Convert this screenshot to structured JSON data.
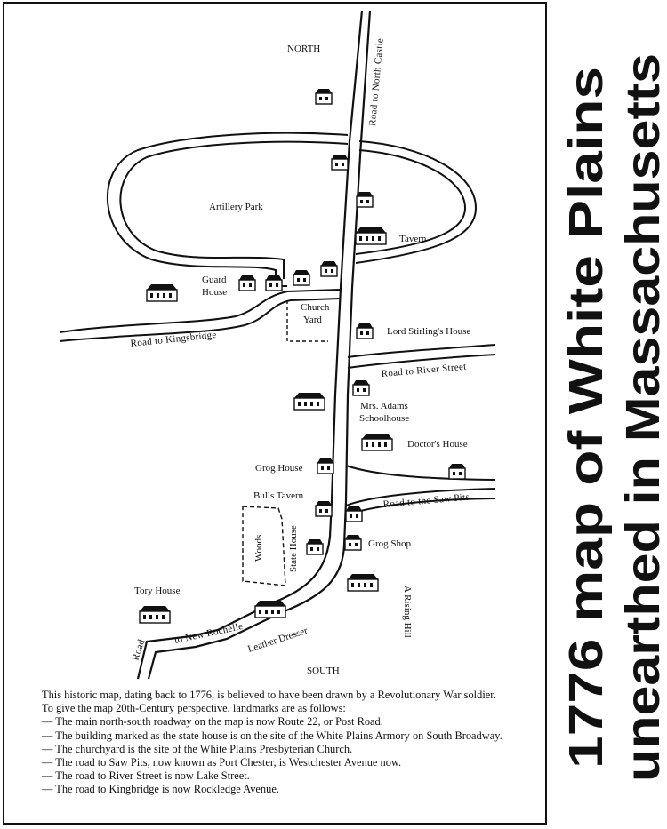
{
  "map": {
    "compass": {
      "north": "NORTH",
      "south": "SOUTH"
    },
    "roads": {
      "north_castle": "Road to North Castle",
      "kingsbridge": "Road to Kingsbridge",
      "river_street": "Road to River Street",
      "saw_pits": "Road to the Saw Pits",
      "new_rochelle_1": "Road",
      "new_rochelle_2": "to New Rochelle"
    },
    "places": {
      "artillery_park": "Artillery Park",
      "tavern": "Tavern",
      "guard_house_1": "Guard",
      "guard_house_2": "House",
      "church_yard_1": "Church",
      "church_yard_2": "Yard",
      "lord_stirling": "Lord Stirling's House",
      "mrs_adams_1": "Mrs. Adams",
      "mrs_adams_2": "Schoolhouse",
      "doctors_house": "Doctor's House",
      "grog_house": "Grog House",
      "bulls_tavern": "Bulls Tavern",
      "woods": "Woods",
      "state_house": "State House",
      "grog_shop": "Grog Shop",
      "tory_house": "Tory House",
      "leather_dresser": "Leather Dresser",
      "rising_hill": "A Rising Hill"
    }
  },
  "caption": {
    "intro": "This historic map, dating back to 1776, is believed to have been drawn by a Revolutionary War soldier.",
    "perspective": "To give the map 20th-Century perspective, landmarks are as follows:",
    "items": [
      "— The main north-south roadway on the map is now Route 22, or Post Road.",
      "— The building marked as the state house is on the site of the White Plains Armory on South Broadway.",
      "— The churchyard is the site of the White Plains Presbyterian Church.",
      "— The road to Saw Pits, now known as Port Chester, is Westchester Avenue now.",
      "— The road to River Street is now Lake Street.",
      "— The road to Kingbridge is now Rockledge Avenue."
    ]
  },
  "headline": {
    "line1": "1776 map of White Plains",
    "line2": "unearthed in Massachusetts"
  }
}
